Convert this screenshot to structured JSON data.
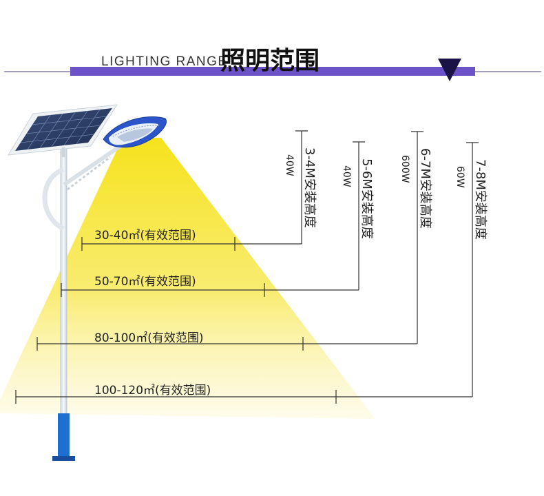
{
  "header": {
    "english_title": "LIGHTING RANGE",
    "chinese_title": "照明范围"
  },
  "colors": {
    "accent_bar": "#6b52c8",
    "triangle": "#1a1446",
    "light_core": "#f5e11a",
    "pole": "#e9eef3",
    "pole_base": "#1f6fd1"
  },
  "ranges": [
    {
      "area": "30-40㎡(有效范围)",
      "height": "3-4M安装高度",
      "watt": "40W"
    },
    {
      "area": "50-70㎡(有效范围)",
      "height": "5-6M安装高度",
      "watt": "40W"
    },
    {
      "area": "80-100㎡(有效范围)",
      "height": "6-7M安装高度",
      "watt": "600W"
    },
    {
      "area": "100-120㎡(有效范围)",
      "height": "7-8M安装高度",
      "watt": "60W"
    }
  ]
}
